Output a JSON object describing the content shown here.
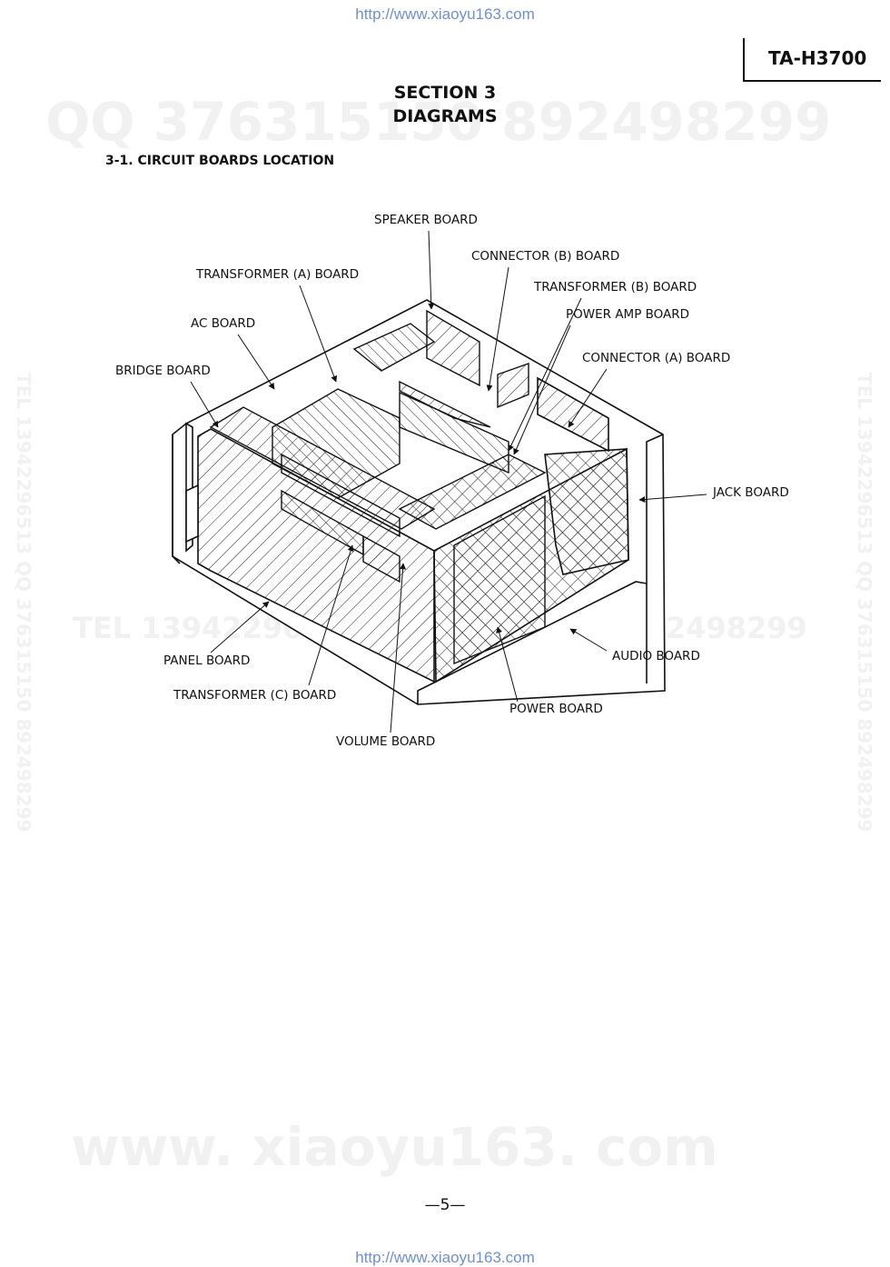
{
  "header": {
    "url_top": "http://www.xiaoyu163.com",
    "model": "TA-H3700"
  },
  "title": {
    "section": "SECTION 3",
    "name": "DIAGRAMS"
  },
  "subheading": "3-1.   CIRCUIT BOARDS LOCATION",
  "watermarks": {
    "qq": "QQ 376315150   892498299",
    "tel": "TEL 13942296513   QQ 376315150  892498299",
    "www": "www. xiaoyu163. com",
    "side": "TEL 13942296513  QQ 376315150  892498299"
  },
  "labels": {
    "speaker": "SPEAKER BOARD",
    "connector_b": "CONNECTOR (B) BOARD",
    "transformer_a": "TRANSFORMER (A) BOARD",
    "transformer_b": "TRANSFORMER (B) BOARD",
    "ac": "AC BOARD",
    "power_amp": "POWER AMP BOARD",
    "connector_a": "CONNECTOR (A) BOARD",
    "bridge": "BRIDGE BOARD",
    "jack": "JACK BOARD",
    "panel": "PANEL BOARD",
    "audio": "AUDIO BOARD",
    "transformer_c": "TRANSFORMER (C) BOARD",
    "power": "POWER BOARD",
    "volume": "VOLUME BOARD"
  },
  "footer": {
    "page": "—5—",
    "url_bottom": "http://www.xiaoyu163.com"
  }
}
